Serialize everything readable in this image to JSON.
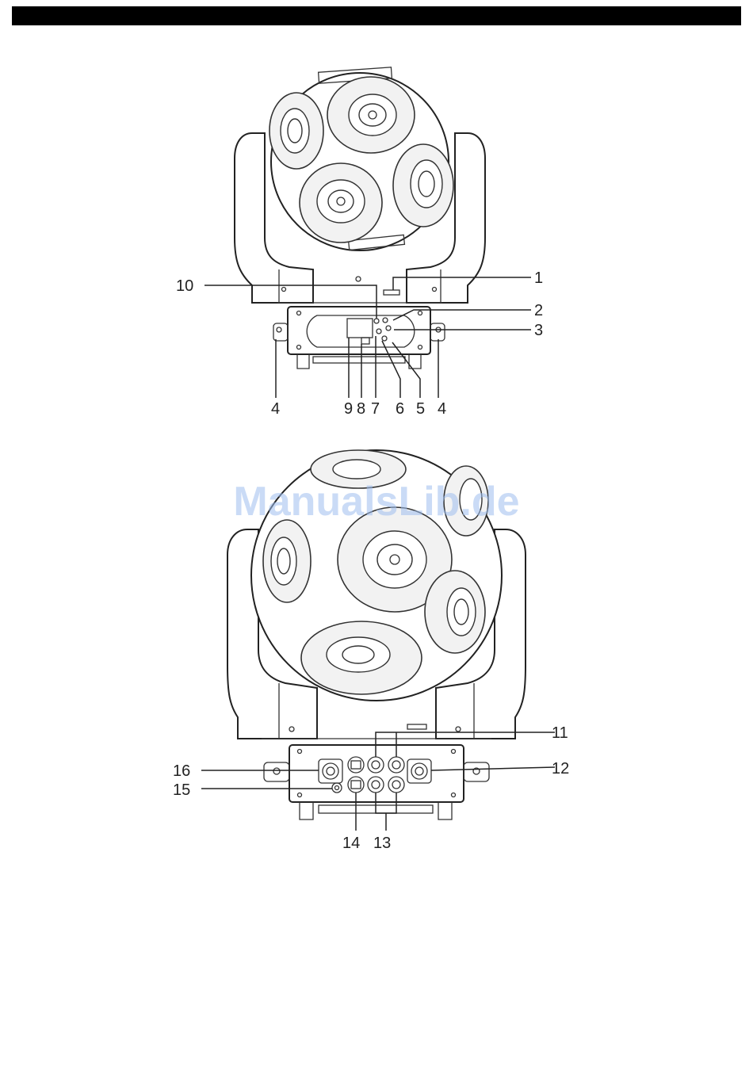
{
  "header": {
    "bar_color": "#000000"
  },
  "watermark": {
    "text": "ManualsLib.de",
    "color": "#9fbff0"
  },
  "top_view": {
    "callouts": {
      "c1": "1",
      "c2": "2",
      "c3": "3",
      "c4a": "4",
      "c4b": "4",
      "c5": "5",
      "c6": "6",
      "c7": "7",
      "c8": "8",
      "c9": "9",
      "c10": "10"
    }
  },
  "bottom_view": {
    "callouts": {
      "c11": "11",
      "c12": "12",
      "c13": "13",
      "c14": "14",
      "c15": "15",
      "c16": "16"
    }
  }
}
